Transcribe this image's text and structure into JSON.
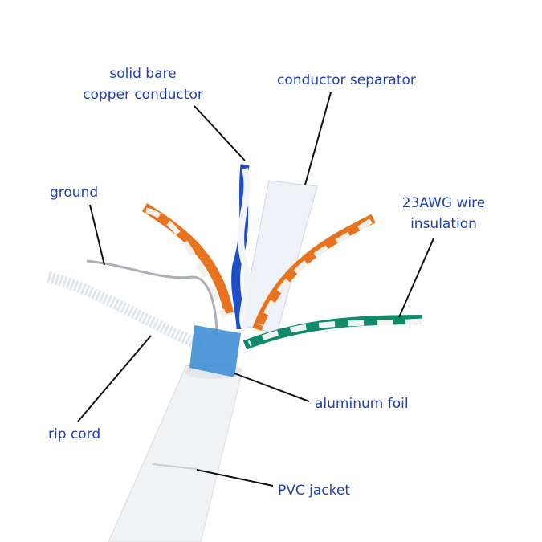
{
  "labels": {
    "conductor_line1": "solid bare",
    "conductor_line2": "copper conductor",
    "separator": "conductor separator",
    "ground": "ground",
    "insulation_line1": "23AWG wire",
    "insulation_line2": "insulation",
    "rip_cord": "rip cord",
    "foil": "aluminum foil",
    "jacket": "PVC jacket"
  },
  "colors": {
    "label_text": "#1f3fc0",
    "blue_wire": "#1e4fc8",
    "orange_wire": "#e8731e",
    "green_wire": "#0f8a6a",
    "foil": "#3f8fd6"
  }
}
